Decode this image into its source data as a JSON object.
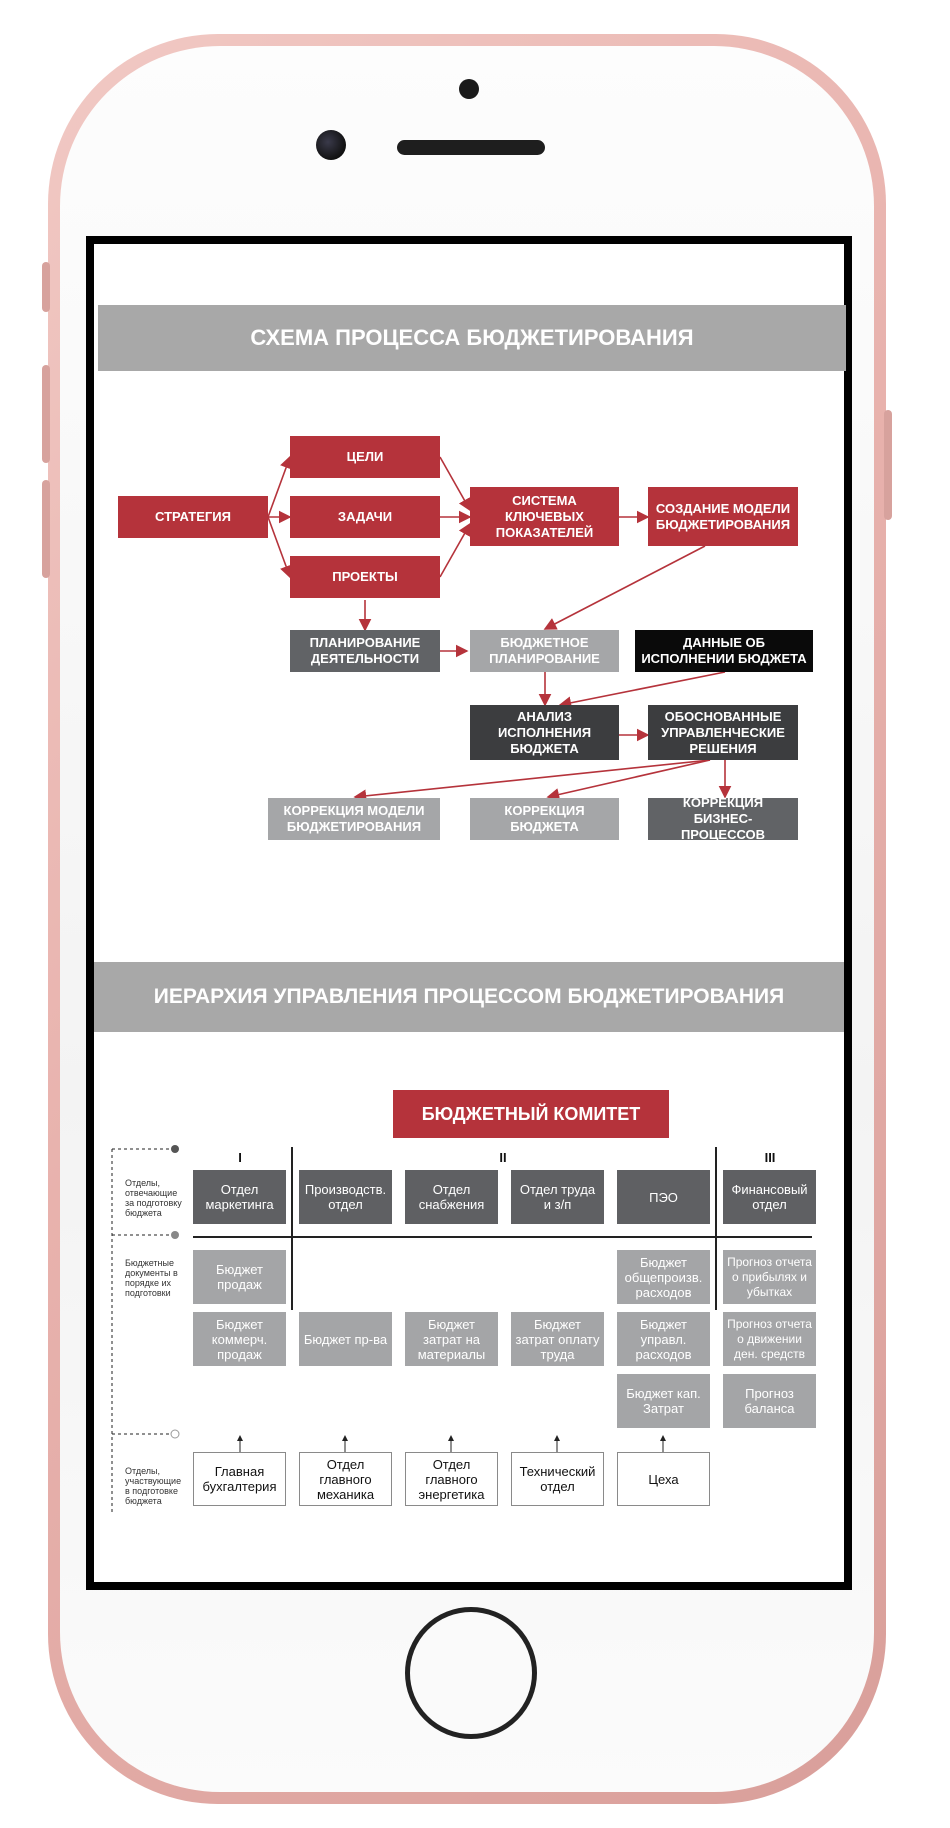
{
  "section1": {
    "title": "СХЕМА ПРОЦЕССА БЮДЖЕТИРОВАНИЯ",
    "nodes": {
      "strategy": "СТРАТЕГИЯ",
      "goals": "ЦЕЛИ",
      "tasks": "ЗАДАЧИ",
      "projects": "ПРОЕКТЫ",
      "kpi_system": "СИСТЕМА КЛЮЧЕВЫХ ПОКАЗАТЕЛЕЙ",
      "budget_model": "СОЗДАНИЕ МОДЕЛИ БЮДЖЕТИРОВАНИЯ",
      "activity_planning": "ПЛАНИРОВАНИЕ ДЕЯТЕЛЬНОСТИ",
      "budget_planning": "БЮДЖЕТНОЕ ПЛАНИРОВАНИЕ",
      "execution_data": "ДАННЫЕ ОБ ИСПОЛНЕНИИ БЮДЖЕТА",
      "execution_analysis": "АНАЛИЗ ИСПОЛНЕНИЯ БЮДЖЕТА",
      "management_decisions": "ОБОСНОВАННЫЕ УПРАВЛЕНЧЕСКИЕ РЕШЕНИЯ",
      "model_correction": "КОРРЕКЦИЯ МОДЕЛИ БЮДЖЕТИРОВАНИЯ",
      "budget_correction": "КОРРЕКЦИЯ БЮДЖЕТА",
      "process_correction": "КОРРЕКЦИЯ БИЗНЕС-ПРОЦЕССОВ"
    }
  },
  "section2": {
    "title": "ИЕРАРХИЯ УПРАВЛЕНИЯ ПРОЦЕССОМ БЮДЖЕТИРОВАНИЯ",
    "committee": "БЮДЖЕТНЫЙ КОМИТЕТ",
    "levels": [
      "I",
      "II",
      "III"
    ],
    "side_labels": [
      "Отделы, отвечающие за подготовку бюджета",
      "Бюджетные документы в порядке их подготовки",
      "Отделы, участвующие в подготовке бюджета"
    ],
    "departments": [
      "Отдел маркетинга",
      "Производств. отдел",
      "Отдел снабжения",
      "Отдел труда и з/п",
      "ПЭО",
      "Финансовый отдел"
    ],
    "documents": {
      "row1": [
        "Бюджет продаж",
        "Бюджет общепроизв. расходов",
        "Прогноз отчета о прибылях и убытках"
      ],
      "row2": [
        "Бюджет коммерч. продаж",
        "Бюджет пр-ва",
        "Бюджет затрат на материалы",
        "Бюджет затрат оплату труда",
        "Бюджет управл. расходов",
        "Прогноз отчета о движении ден. средств"
      ],
      "row3": [
        "Бюджет кап. Затрат",
        "Прогноз баланса"
      ]
    },
    "participants": [
      "Главная бухгалтерия",
      "Отдел главного механика",
      "Отдел главного энергетика",
      "Технический отдел",
      "Цеха"
    ]
  },
  "colors": {
    "accent_red": "#b5333b",
    "header_gray": "#a8a8a8",
    "dark_gray": "#616366",
    "light_gray": "#a5a6a8",
    "anthracite": "#3c3d3f",
    "frame_rose": "#e8b2ad"
  }
}
